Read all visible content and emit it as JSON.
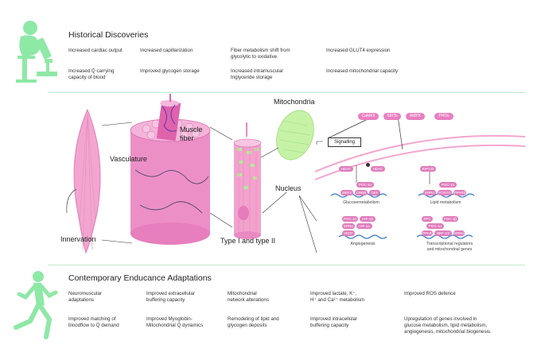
{
  "historical": {
    "title": "Historical Discoveries",
    "items": [
      "Increased cardiac output",
      "Increased capillarization",
      "Fiber metabolism shift from\nglycolytic to oxidative",
      "Increased GLUT4 expression",
      "Increased Q̇ carrying\ncapacity of blood",
      "Improved glycogen storage",
      "Increased intramuscular\ntriglyceride storage",
      "Increased mitochondrial capacity"
    ]
  },
  "labels": {
    "mitochondria": "Mitochondria",
    "muscle_fiber": "Muscle\nfiber",
    "vasculature": "Vasculature",
    "nucleus": "Nucleus",
    "innervation": "Innervation",
    "type_fibers": "Type I  and type II",
    "signalling": "Signalling"
  },
  "signals": [
    "CaMKII",
    "SIRTs",
    "AMPK",
    "PHDs"
  ],
  "pathways": {
    "glucose": {
      "caption": "Glucosemetabolism",
      "hdac": "HDAC",
      "hdac2": "HDAC",
      "pgc": "PGC-1α",
      "factors": [
        "MEF2",
        "CREB",
        "GEF"
      ]
    },
    "lipid": {
      "caption": "Lipid metabolism",
      "rip": "RIP140",
      "pgc": "PGC-1α",
      "factors": [
        "ERRα",
        "FOXO1",
        "PPARδ"
      ]
    },
    "angio": {
      "caption": "Angiogenesis",
      "row1": [
        "PGC-1α",
        "HIF-1β"
      ],
      "row2": [
        "ERRα",
        "HIF-1α"
      ],
      "row3": [
        "VEGF"
      ]
    },
    "trans": {
      "caption": "Transcriptional regulators\nand mitochondrial genes",
      "row1": [
        "PPC",
        "PGC-1β"
      ],
      "row2": [
        "PGC-1α"
      ],
      "row3": [
        "PPAR",
        "NRF-1/2",
        "ERRα"
      ]
    }
  },
  "contemporary": {
    "title": "Contemporary Enducance Adaptations",
    "items": [
      "Neuromuscular\nadaptations",
      "Improved extracellular\nbuffering capacity",
      "Mitochondrial\nnetwork alterations",
      "Improved lactate, K⁺,\nH⁺ and Ca²⁺ metabolism",
      "Improved ROS defence",
      "Improved matching of\nbloodflow to Q̇ demand",
      "Improved Myoglobin-\nMitochondrial Q̇ dynamics",
      "Remodeling of lipid and\nglycogen deposits",
      "Improved intracellular\nbuffering capacity",
      "Upregulation of genes involved in\nglucose metabolism, lipid metabolism,\nangiogenesis, mitochondrial biogenesis."
    ]
  },
  "colors": {
    "accent_green": "#8ee8a6",
    "pink": "#e87fc0",
    "separator": "#bfe9cc"
  }
}
